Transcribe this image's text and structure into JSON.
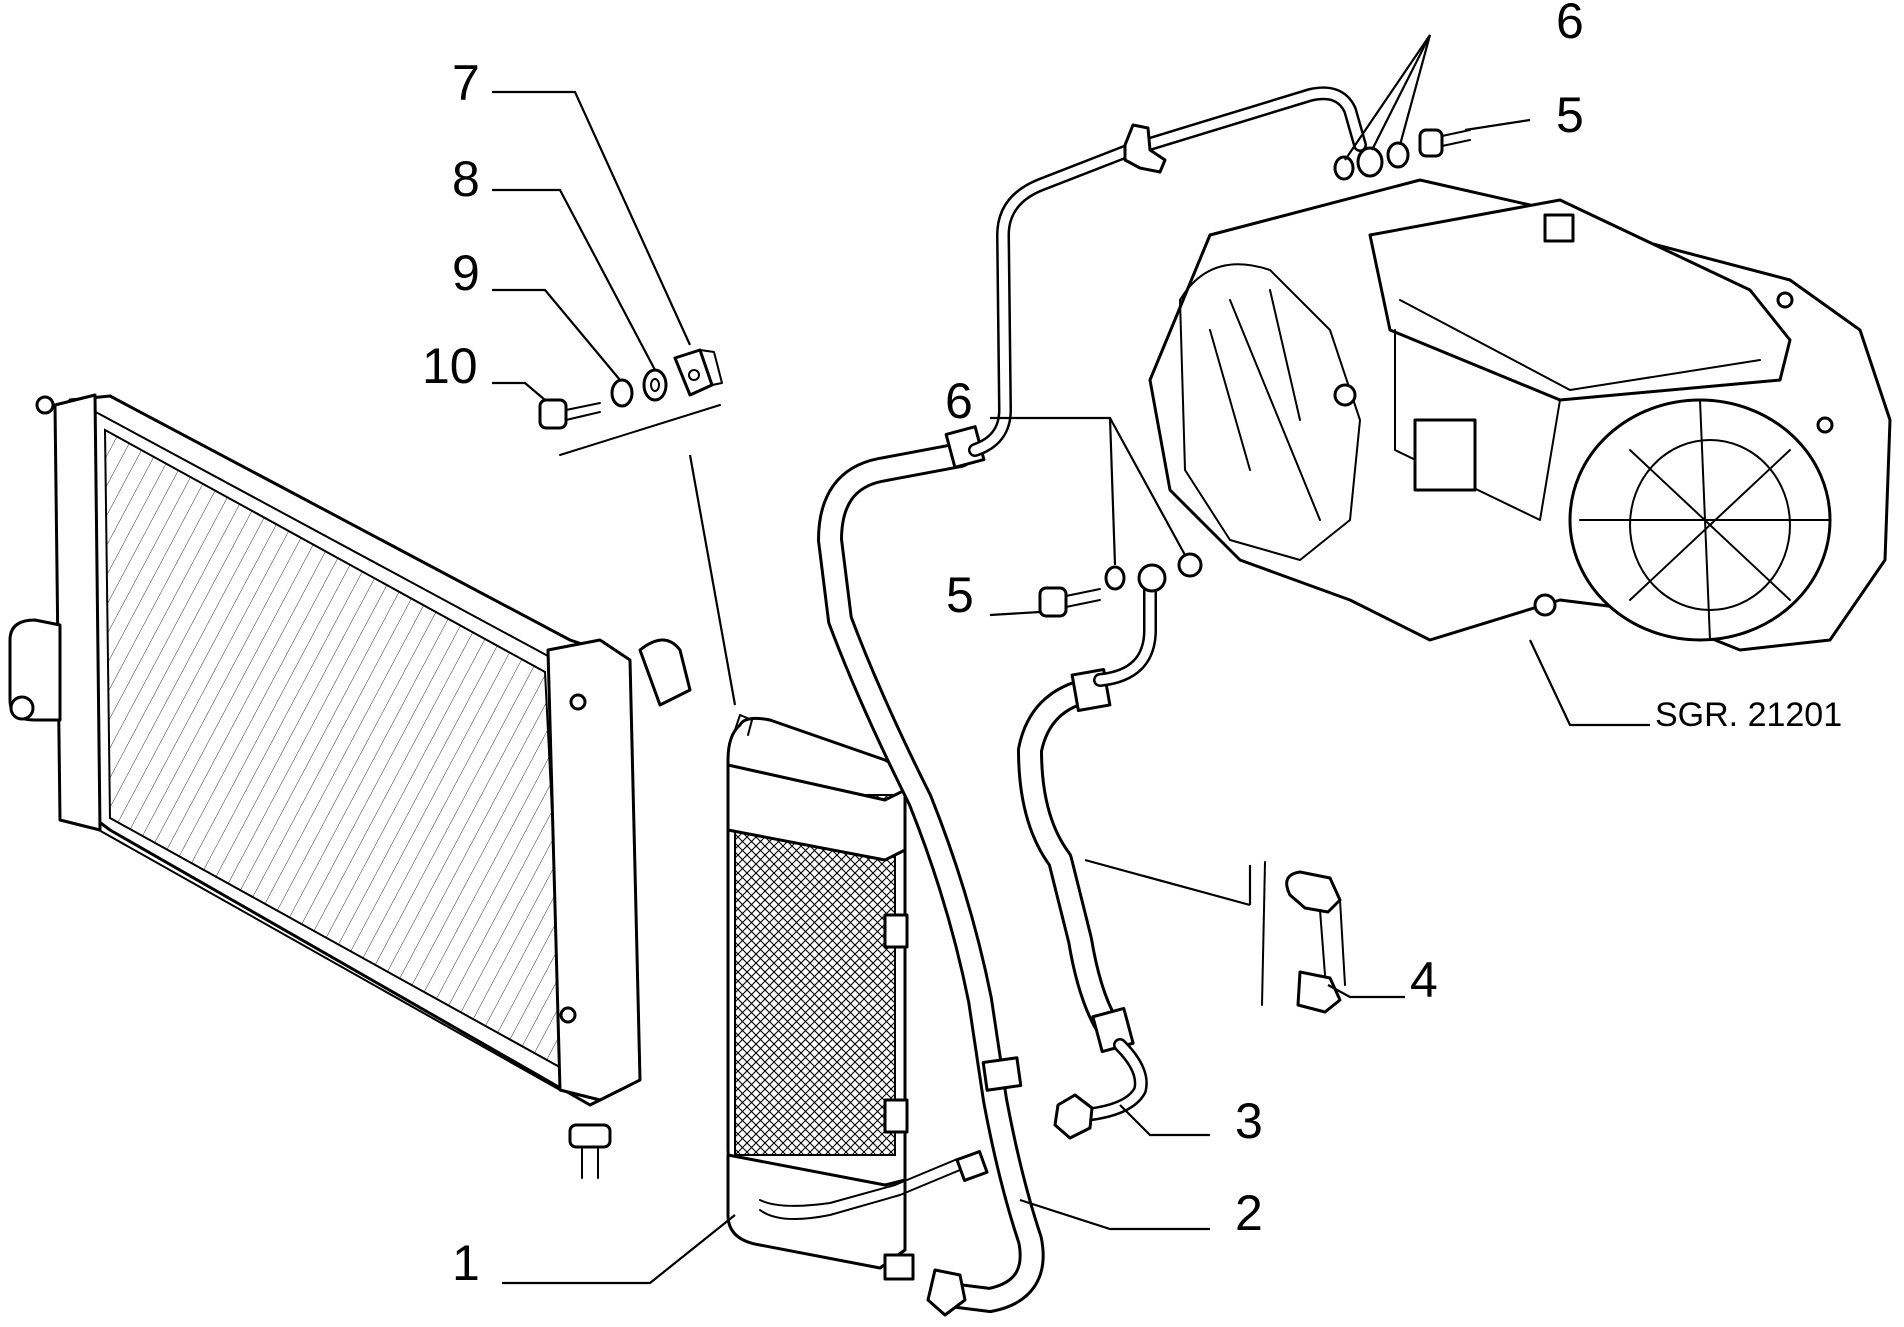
{
  "callouts": [
    {
      "id": "1",
      "label": "1"
    },
    {
      "id": "2",
      "label": "2"
    },
    {
      "id": "3",
      "label": "3"
    },
    {
      "id": "4",
      "label": "4"
    },
    {
      "id": "5a",
      "label": "5"
    },
    {
      "id": "5b",
      "label": "5"
    },
    {
      "id": "6a",
      "label": "6"
    },
    {
      "id": "6b",
      "label": "6"
    },
    {
      "id": "7",
      "label": "7"
    },
    {
      "id": "8",
      "label": "8"
    },
    {
      "id": "9",
      "label": "9"
    },
    {
      "id": "10",
      "label": "10"
    }
  ],
  "reference": "SGR. 21201"
}
